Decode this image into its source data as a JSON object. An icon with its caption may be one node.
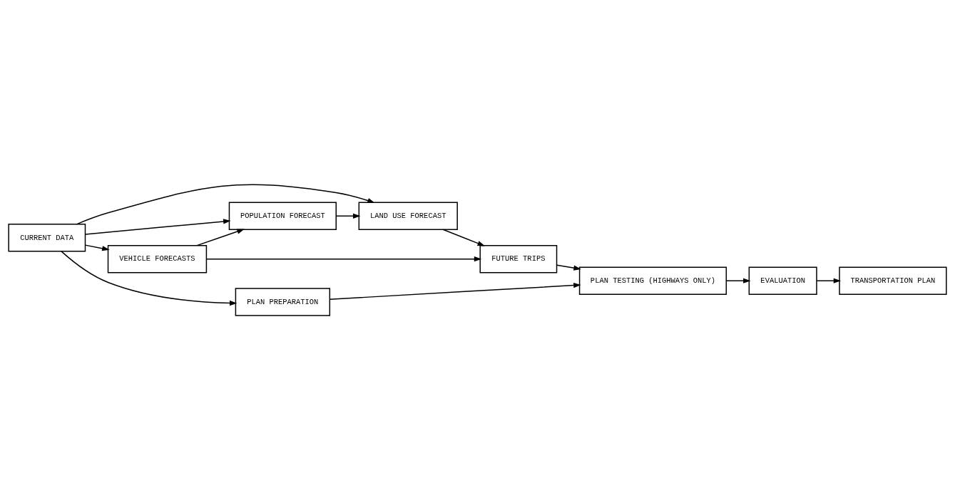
{
  "diagram": {
    "nodes": [
      {
        "text": [
          "LAND USE FORECAST"
        ]
      },
      {
        "text": [
          "POPULATION FORECAST"
        ]
      },
      {
        "text": [
          "VEHICLE FORECASTS"
        ]
      },
      {
        "text": [
          "FUTURE TRIPS"
        ]
      },
      {
        "text": [
          "CURRENT DATA"
        ]
      },
      {
        "text": [
          "PLAN PREPARATION"
        ]
      },
      {
        "text": [
          "PLAN TESTING (HIGHWAYS ONLY)"
        ]
      },
      {
        "text": [
          "EVALUATION"
        ]
      },
      {
        "text": [
          "TRANSPORTATION PLAN"
        ]
      }
    ],
    "edges": [
      {
        "from": 4,
        "to": 0,
        "arrow": "to"
      },
      {
        "from": 4,
        "to": 1,
        "arrow": "to"
      },
      {
        "from": 4,
        "to": 2,
        "arrow": "to"
      },
      {
        "from": 4,
        "to": 5,
        "arrow": "to"
      },
      {
        "from": 1,
        "to": 0,
        "arrow": "to"
      },
      {
        "from": 2,
        "to": 1,
        "arrow": "to"
      },
      {
        "from": 0,
        "to": 3,
        "arrow": "to"
      },
      {
        "from": 2,
        "to": 3,
        "arrow": "to"
      },
      {
        "from": 3,
        "to": 6,
        "arrow": "to"
      },
      {
        "from": 5,
        "to": 6,
        "arrow": "to"
      },
      {
        "from": 6,
        "to": 7,
        "arrow": "to"
      },
      {
        "from": 7,
        "to": 8,
        "arrow": "to"
      }
    ]
  }
}
